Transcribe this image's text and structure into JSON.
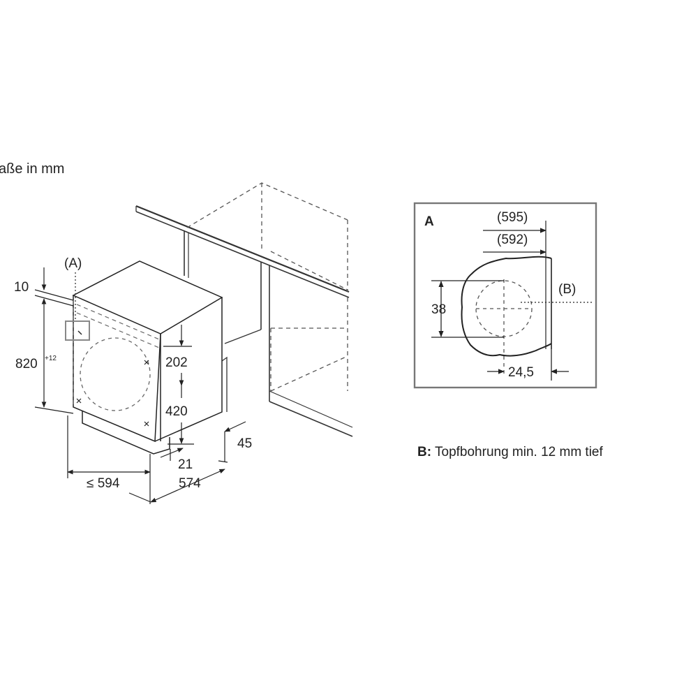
{
  "heading": "aße in mm",
  "main_view": {
    "label_a": "(A)",
    "dim_top_gap": "10",
    "dim_height": "820",
    "dim_height_tolerance": "+12",
    "dim_upper": "202",
    "dim_lower": "420",
    "dim_plinth": "21",
    "dim_depth_offset": "45",
    "dim_width": "≤ 594",
    "dim_depth": "574"
  },
  "detail_a": {
    "title": "A",
    "dim_outer": "(595)",
    "dim_inner": "(592)",
    "label_b": "(B)",
    "dim_hole_diameter": "38",
    "dim_hole_offset": "24,5"
  },
  "footnote": {
    "key": "B:",
    "text": " Topfbohrung min. 12 mm tief"
  }
}
